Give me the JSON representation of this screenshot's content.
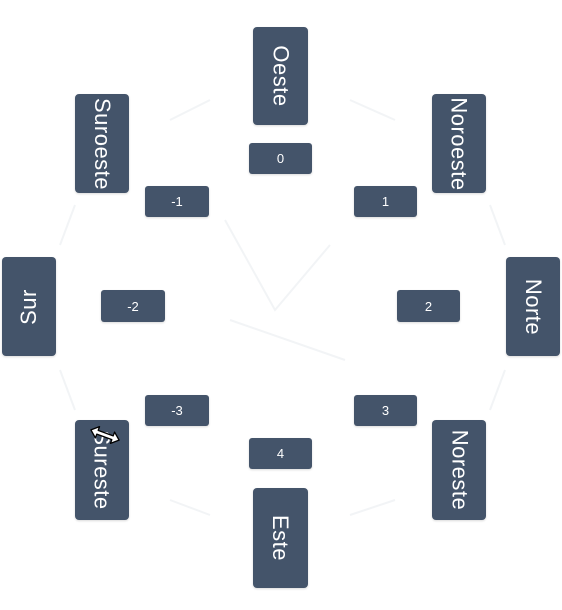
{
  "diagram": {
    "directions": {
      "oeste": "Oeste",
      "noroeste": "Noroeste",
      "suroeste": "Suroeste",
      "norte": "Norte",
      "sur": "Sur",
      "noreste": "Noreste",
      "sureste": "Sureste",
      "este": "Este"
    },
    "numbers": {
      "n0": "0",
      "n_minus_1": "-1",
      "n1": "1",
      "n_minus_2": "-2",
      "n2": "2",
      "n_minus_3": "-3",
      "n3": "3",
      "n4": "4"
    }
  },
  "colors": {
    "box_fill": "#44546a",
    "box_text": "#ffffff",
    "background": "#ffffff"
  },
  "icons": {
    "cursor": "resize-cursor-icon"
  }
}
